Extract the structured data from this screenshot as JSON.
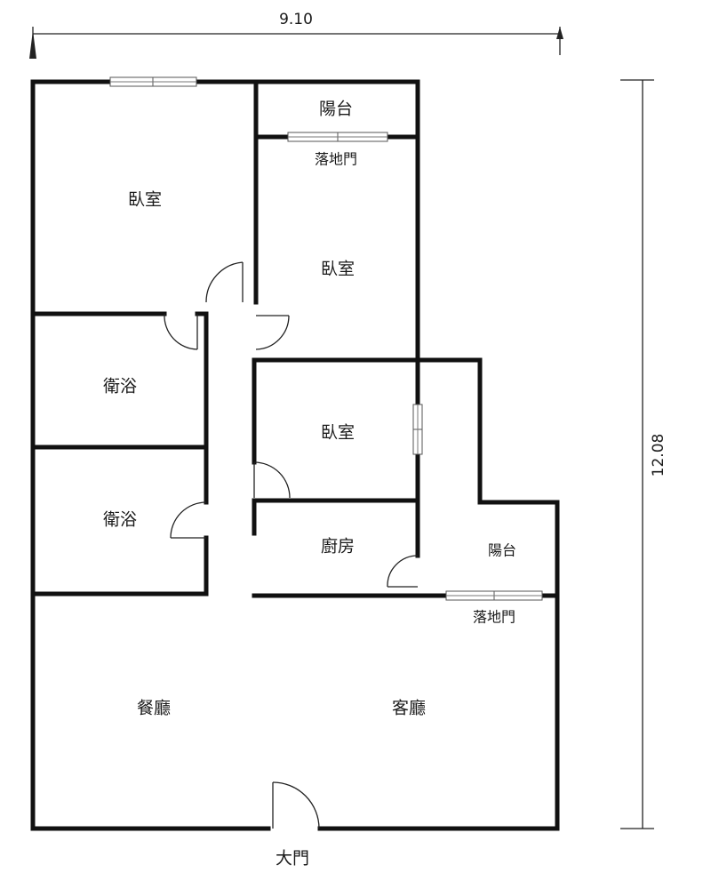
{
  "dimensions": {
    "width": "9.10",
    "height": "12.08"
  },
  "rooms": {
    "bedroom_1": "臥室",
    "balcony_top": "陽台",
    "sliding_door_top": "落地門",
    "bedroom_2": "臥室",
    "bathroom_1": "衛浴",
    "bedroom_3": "臥室",
    "bathroom_2": "衛浴",
    "kitchen": "廚房",
    "balcony_right": "陽台",
    "sliding_door_right": "落地門",
    "dining_room": "餐廳",
    "living_room": "客廳",
    "main_door": "大門"
  },
  "colors": {
    "wall": "#111111",
    "text": "#1a1a1a",
    "background": "#ffffff"
  }
}
